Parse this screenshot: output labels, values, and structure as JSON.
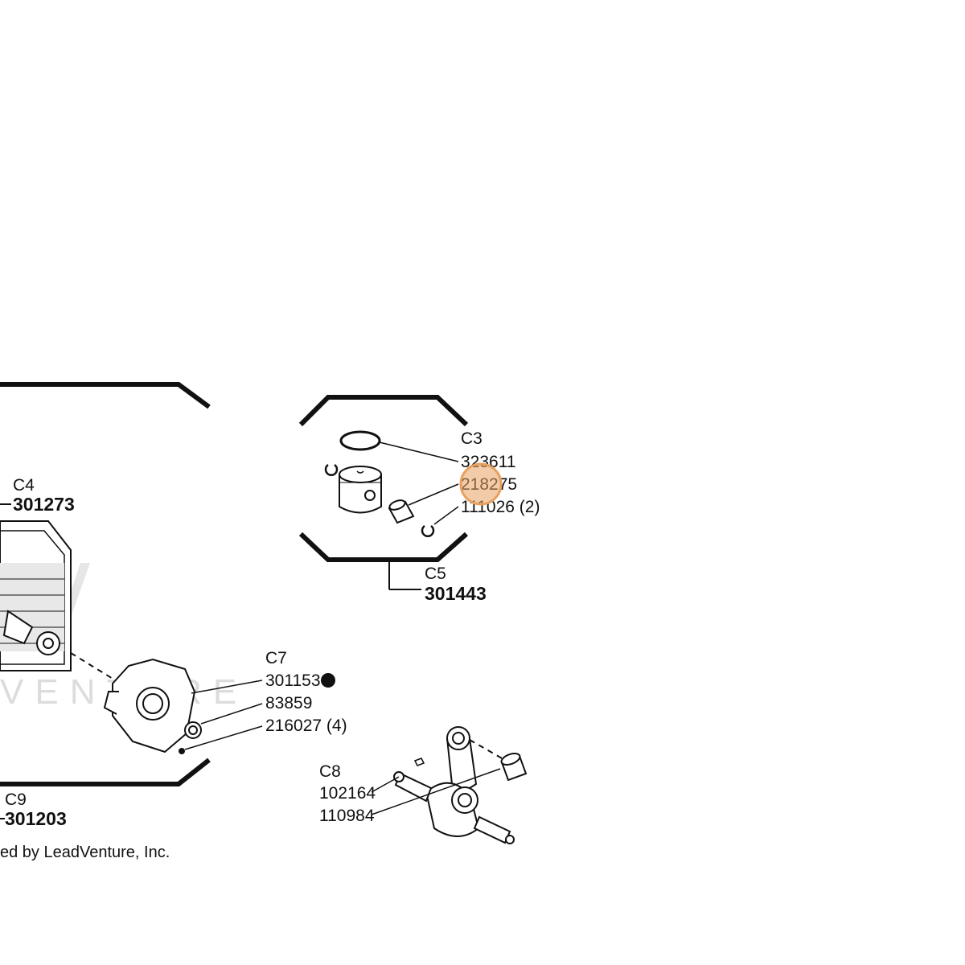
{
  "groups": {
    "c3": {
      "label": "C3",
      "parts": [
        "323611",
        "218275",
        "111026 (2)"
      ]
    },
    "c4": {
      "label": "C4",
      "part": "301273"
    },
    "c5": {
      "label": "C5",
      "part": "301443"
    },
    "c7": {
      "label": "C7",
      "parts": [
        "301153",
        "83859",
        "216027 (4)"
      ]
    },
    "c8": {
      "label": "C8",
      "parts": [
        "102164",
        "110984"
      ]
    },
    "c9": {
      "label": "C9",
      "part": "301203"
    }
  },
  "copyright": "ed by LeadVenture, Inc.",
  "watermark_text": "VENTURE",
  "highlight": {
    "target_part": "218275",
    "color": "#E8A060"
  },
  "marker_note": "●"
}
